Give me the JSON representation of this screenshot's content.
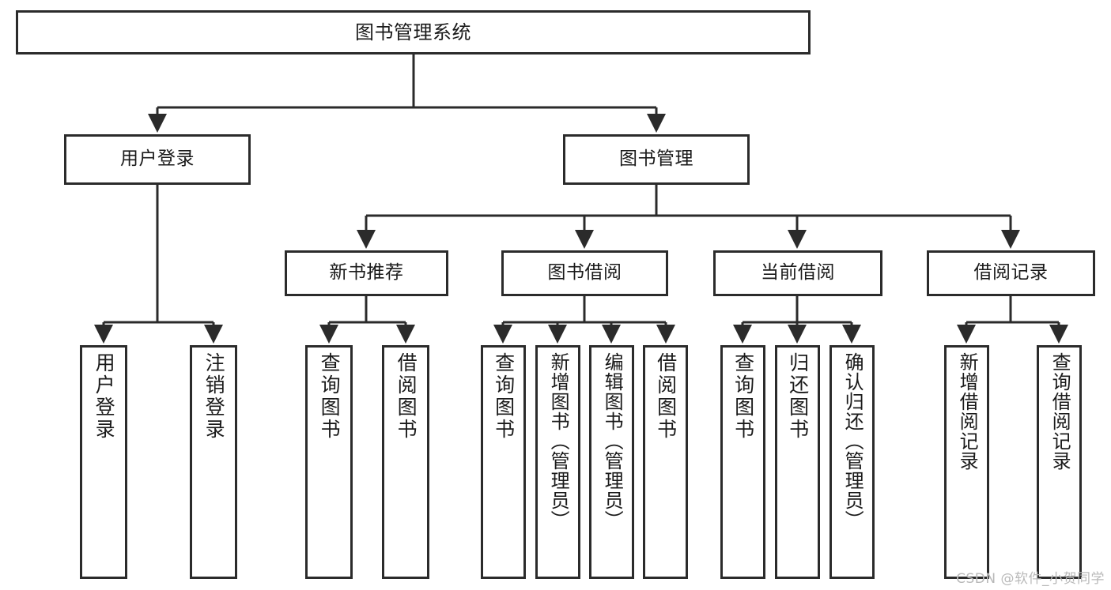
{
  "diagram": {
    "title": "图书管理系统",
    "type": "tree",
    "orientation": "top-down",
    "watermark": "CSDN @软件_小贺同学",
    "colors": {
      "node_border": "#2b2b2b",
      "node_fill": "#ffffff",
      "connector": "#2b2b2b",
      "text": "#1a1a1a",
      "watermark": "#b9b9b9",
      "background": "#ffffff"
    },
    "root": {
      "label": "图书管理系统"
    },
    "level2": [
      {
        "id": "user-login",
        "label": "用户登录"
      },
      {
        "id": "book-manage",
        "label": "图书管理"
      }
    ],
    "level3": [
      {
        "id": "new-book-rec",
        "label": "新书推荐",
        "parent": "book-manage"
      },
      {
        "id": "book-borrow",
        "label": "图书借阅",
        "parent": "book-manage"
      },
      {
        "id": "current-borrow",
        "label": "当前借阅",
        "parent": "book-manage"
      },
      {
        "id": "borrow-record",
        "label": "借阅记录",
        "parent": "book-manage"
      }
    ],
    "leaves": [
      {
        "id": "leaf-user-login",
        "label": "用户登录",
        "parent": "user-login"
      },
      {
        "id": "leaf-logout",
        "label": "注销登录",
        "parent": "user-login"
      },
      {
        "id": "leaf-query-book-1",
        "label": "查询图书",
        "parent": "new-book-rec"
      },
      {
        "id": "leaf-borrow-book-1",
        "label": "借阅图书",
        "parent": "new-book-rec"
      },
      {
        "id": "leaf-query-book-2",
        "label": "查询图书",
        "parent": "book-borrow"
      },
      {
        "id": "leaf-add-book",
        "label": "新增图书（管理员）",
        "parent": "book-borrow"
      },
      {
        "id": "leaf-edit-book",
        "label": "编辑图书（管理员）",
        "parent": "book-borrow"
      },
      {
        "id": "leaf-borrow-book-2",
        "label": "借阅图书",
        "parent": "book-borrow"
      },
      {
        "id": "leaf-query-book-3",
        "label": "查询图书",
        "parent": "current-borrow"
      },
      {
        "id": "leaf-return-book",
        "label": "归还图书",
        "parent": "current-borrow"
      },
      {
        "id": "leaf-confirm-return",
        "label": "确认归还（管理员）",
        "parent": "current-borrow"
      },
      {
        "id": "leaf-add-record",
        "label": "新增借阅记录",
        "parent": "borrow-record"
      },
      {
        "id": "leaf-query-record",
        "label": "查询借阅记录",
        "parent": "borrow-record"
      }
    ]
  }
}
